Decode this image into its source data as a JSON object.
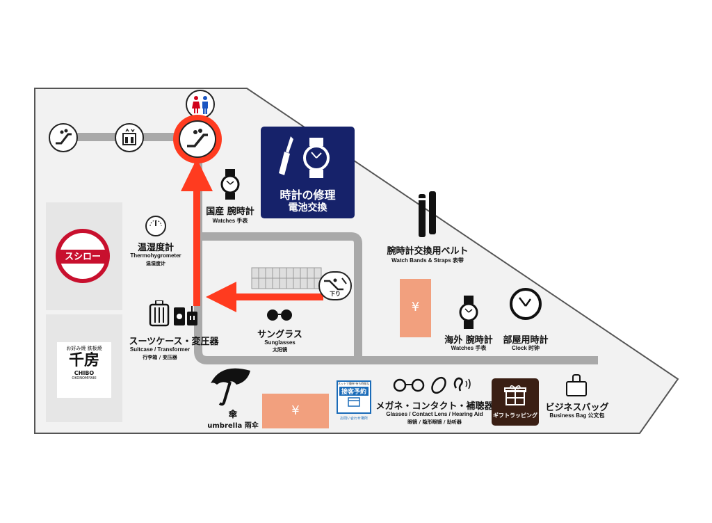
{
  "colors": {
    "floor": "#f2f2f2",
    "wall": "#555555",
    "path": "#a9a9a9",
    "route": "#ff3b1f",
    "repair_bg": "#16226a",
    "yen_bg": "#f2a07e",
    "gift_bg": "#3a1f14"
  },
  "icons": [
    "escalator-icon",
    "elevator-icon",
    "restroom-icon",
    "watch-icon",
    "screwdriver-icon",
    "thermometer-icon",
    "suitcase-icon",
    "outlet-icon",
    "sunglasses-icon",
    "umbrella-icon",
    "watch-band-icon",
    "clock-icon",
    "glasses-icon",
    "contact-lens-icon",
    "hearing-aid-icon",
    "gift-icon",
    "bag-icon",
    "yen-icon",
    "calendar-icon"
  ],
  "repair": {
    "line1": "時計の修理",
    "line2": "電池交換"
  },
  "watches_domestic": {
    "jp": "国産 腕時計",
    "en": "Watches 手表"
  },
  "thermo": {
    "jp": "温湿度計",
    "en": "Thermohygrometer",
    "sub": "温湿度计"
  },
  "suitcase": {
    "jp": "スーツケース・変圧器",
    "en": "Suitcase / Transformer",
    "sub": "行李箱 / 变压器"
  },
  "sunglasses": {
    "jp": "サングラス",
    "en": "Sunglasses",
    "sub": "太阳镜"
  },
  "umbrella": {
    "jp": "傘",
    "en": "umbrella 雨伞"
  },
  "bands": {
    "jp": "腕時計交換用ベルト",
    "en": "Watch Bands & Straps 表带"
  },
  "watches_overseas": {
    "jp": "海外 腕時計",
    "en": "Watches 手表"
  },
  "clock": {
    "jp": "部屋用時計",
    "en": "Clock 时钟"
  },
  "eyewear": {
    "jp": "メガネ・コンタクト・補聴器",
    "en": "Glasses / Contact Lens / Hearing Aid",
    "sub": "眼镜 / 隐形眼镜 / 助听器"
  },
  "business_bag": {
    "jp": "ビジネスバッグ",
    "en": "Business Bag 公文包"
  },
  "gift": {
    "label": "ギフトラッピング"
  },
  "consult": {
    "small": "ネットで簡単 待ち時間なし",
    "title": "接客予約",
    "footer": "お問い合わせ場所"
  },
  "down_escalator": {
    "label": "下り"
  },
  "yen": {
    "symbol": "¥"
  },
  "sushiro": {
    "name": "スシロー"
  },
  "chibo": {
    "top": "お好み焼 鉄板焼",
    "name": "千房",
    "en": "CHIBO",
    "sub": "OKONOMIYAKI"
  }
}
